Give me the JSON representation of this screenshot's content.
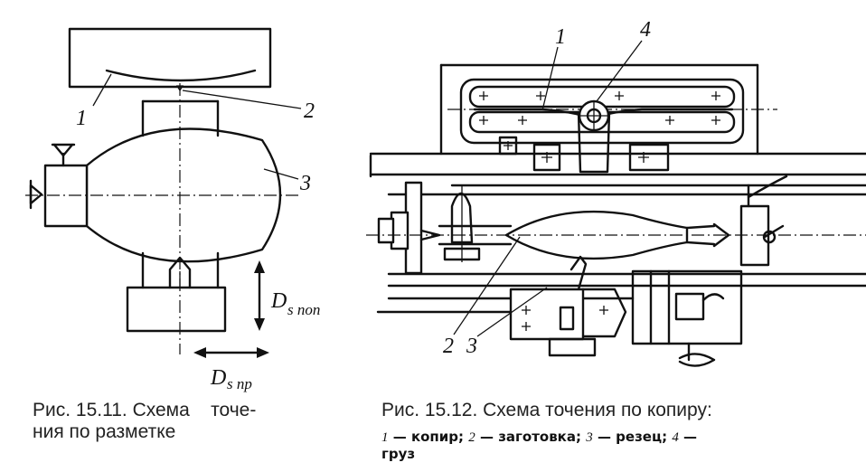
{
  "figure_left": {
    "labels": {
      "l1": "1",
      "l2": "2",
      "l3": "3"
    },
    "feed_cross": {
      "main": "D",
      "sub": "s поп"
    },
    "feed_long": {
      "main": "D",
      "sub": "s пр"
    },
    "caption": "Рис. 15.11. Схема    точе-\nния по разметке"
  },
  "figure_right": {
    "labels": {
      "l1": "1",
      "l2": "2",
      "l3": "3",
      "l4": "4"
    },
    "caption": "Рис. 15.12. Схема точения по копиру:",
    "legend": [
      {
        "num": "1",
        "text": " — копир; "
      },
      {
        "num": "2",
        "text": " — заготовка; "
      },
      {
        "num": "3",
        "text": " — резец; "
      },
      {
        "num": "4",
        "text": " —"
      }
    ],
    "legend_tail": "груз"
  }
}
